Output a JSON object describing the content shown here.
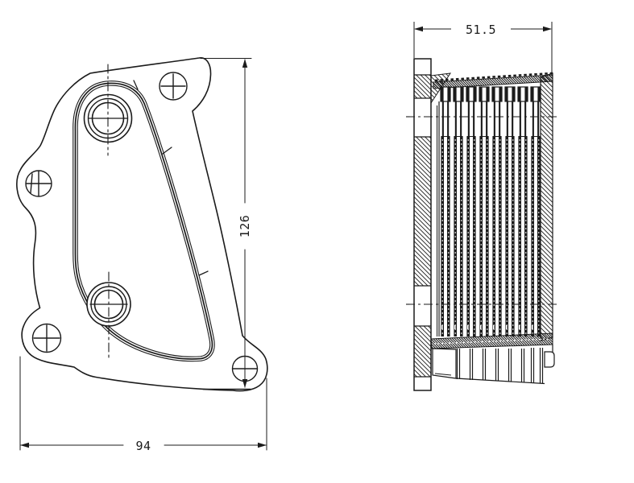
{
  "drawing": {
    "type": "engineering-technical-drawing",
    "part": "oil-cooler",
    "colors": {
      "background": "#ffffff",
      "line": "#1b1b1b"
    },
    "front_view": {
      "height_dimension": {
        "value": "126"
      },
      "width_dimension": {
        "value": "94"
      }
    },
    "side_view": {
      "depth_dimension": {
        "value": "51.5"
      }
    }
  }
}
